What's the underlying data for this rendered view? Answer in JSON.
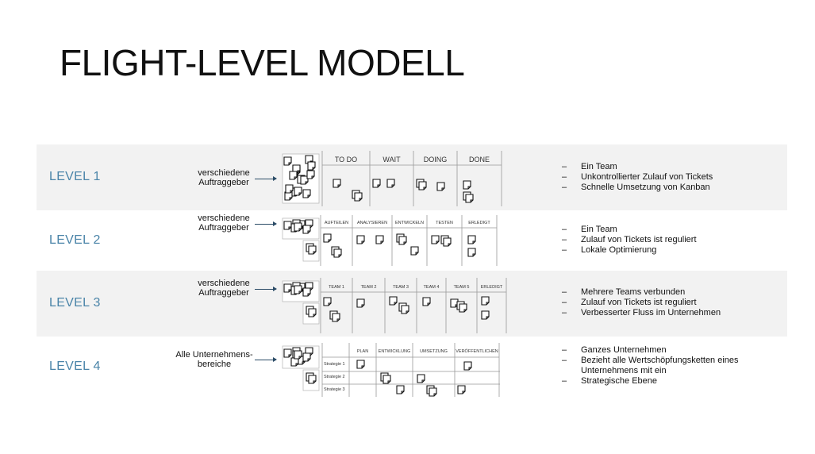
{
  "title": "FLIGHT-LEVEL MODELL",
  "levels": [
    {
      "label": "LEVEL 1",
      "client": [
        "verschiedene",
        "Auftraggeber"
      ],
      "columns": [
        "TO DO",
        "WAIT",
        "DOING",
        "DONE"
      ],
      "rows": [],
      "bullets": [
        "Ein Team",
        "Unkontrollierter Zulauf von Tickets",
        "Schnelle Umsetzung von Kanban"
      ]
    },
    {
      "label": "LEVEL 2",
      "client": [
        "verschiedene",
        "Auftraggeber"
      ],
      "columns": [
        "AUFTEILEN",
        "ANALYSIEREN",
        "ENTWICKELN",
        "TESTEN",
        "ERLEDIGT"
      ],
      "rows": [],
      "bullets": [
        "Ein Team",
        "Zulauf von Tickets ist reguliert",
        "Lokale Optimierung"
      ]
    },
    {
      "label": "LEVEL 3",
      "client": [
        "verschiedene",
        "Auftraggeber"
      ],
      "columns": [
        "TEAM 1",
        "TEAM 2",
        "TEAM 3",
        "TEAM 4",
        "TEAM 5",
        "ERLEDIGT"
      ],
      "rows": [],
      "bullets": [
        "Mehrere Teams verbunden",
        "Zulauf von Tickets ist reguliert",
        "Verbesserter Fluss im Unternehmen"
      ]
    },
    {
      "label": "LEVEL 4",
      "client": [
        "Alle Unternehmens-",
        "bereiche"
      ],
      "columns": [
        "PLAN",
        "ENTWICKLUNG",
        "UMSETZUNG",
        "VERÖFFENTLICHEN"
      ],
      "rows": [
        "Strategie 1",
        "Strategie 2",
        "Strategie 3"
      ],
      "bullets": [
        "Ganzes Unternehmen",
        "Bezieht alle Wertschöpfungsketten eines Unternehmens mit ein",
        "Strategische Ebene"
      ]
    }
  ]
}
